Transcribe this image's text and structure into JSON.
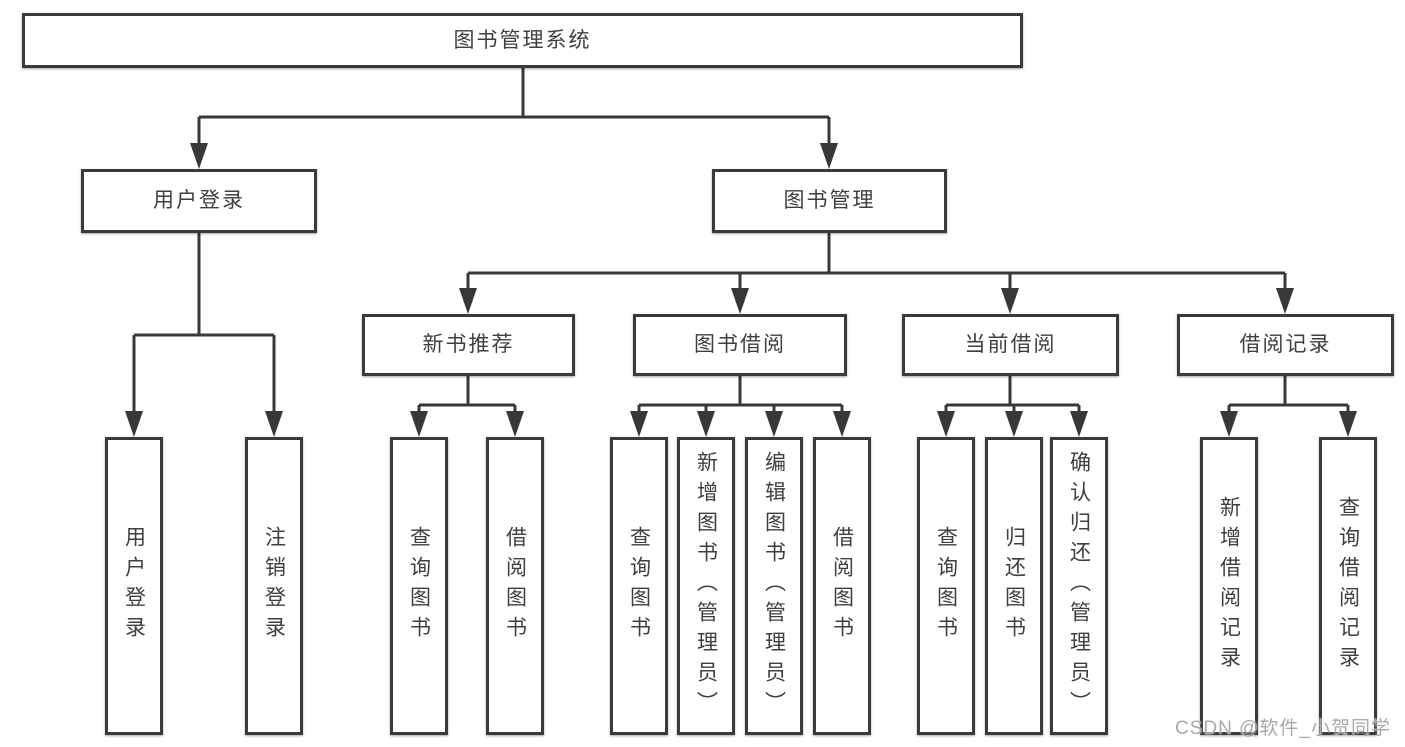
{
  "tree": {
    "root": {
      "label": "图书管理系统",
      "children": [
        {
          "label": "用户登录",
          "children": [
            {
              "label": "用户登录"
            },
            {
              "label": "注销登录"
            }
          ]
        },
        {
          "label": "图书管理",
          "children": [
            {
              "label": "新书推荐",
              "children": [
                {
                  "label": "查询图书"
                },
                {
                  "label": "借阅图书"
                }
              ]
            },
            {
              "label": "图书借阅",
              "children": [
                {
                  "label": "查询图书"
                },
                {
                  "label": "新增图书（管理员）"
                },
                {
                  "label": "编辑图书（管理员）"
                },
                {
                  "label": "借阅图书"
                }
              ]
            },
            {
              "label": "当前借阅",
              "children": [
                {
                  "label": "查询图书"
                },
                {
                  "label": "归还图书"
                },
                {
                  "label": "确认归还（管理员）"
                }
              ]
            },
            {
              "label": "借阅记录",
              "children": [
                {
                  "label": "新增借阅记录"
                },
                {
                  "label": "查询借阅记录"
                }
              ]
            }
          ]
        }
      ]
    }
  },
  "watermark": "CSDN @软件_小贺同学",
  "colors": {
    "line": "#383838",
    "text": "#3f3f3f",
    "watermark": "#a9a9a9",
    "box_fill": "#ffffff"
  }
}
